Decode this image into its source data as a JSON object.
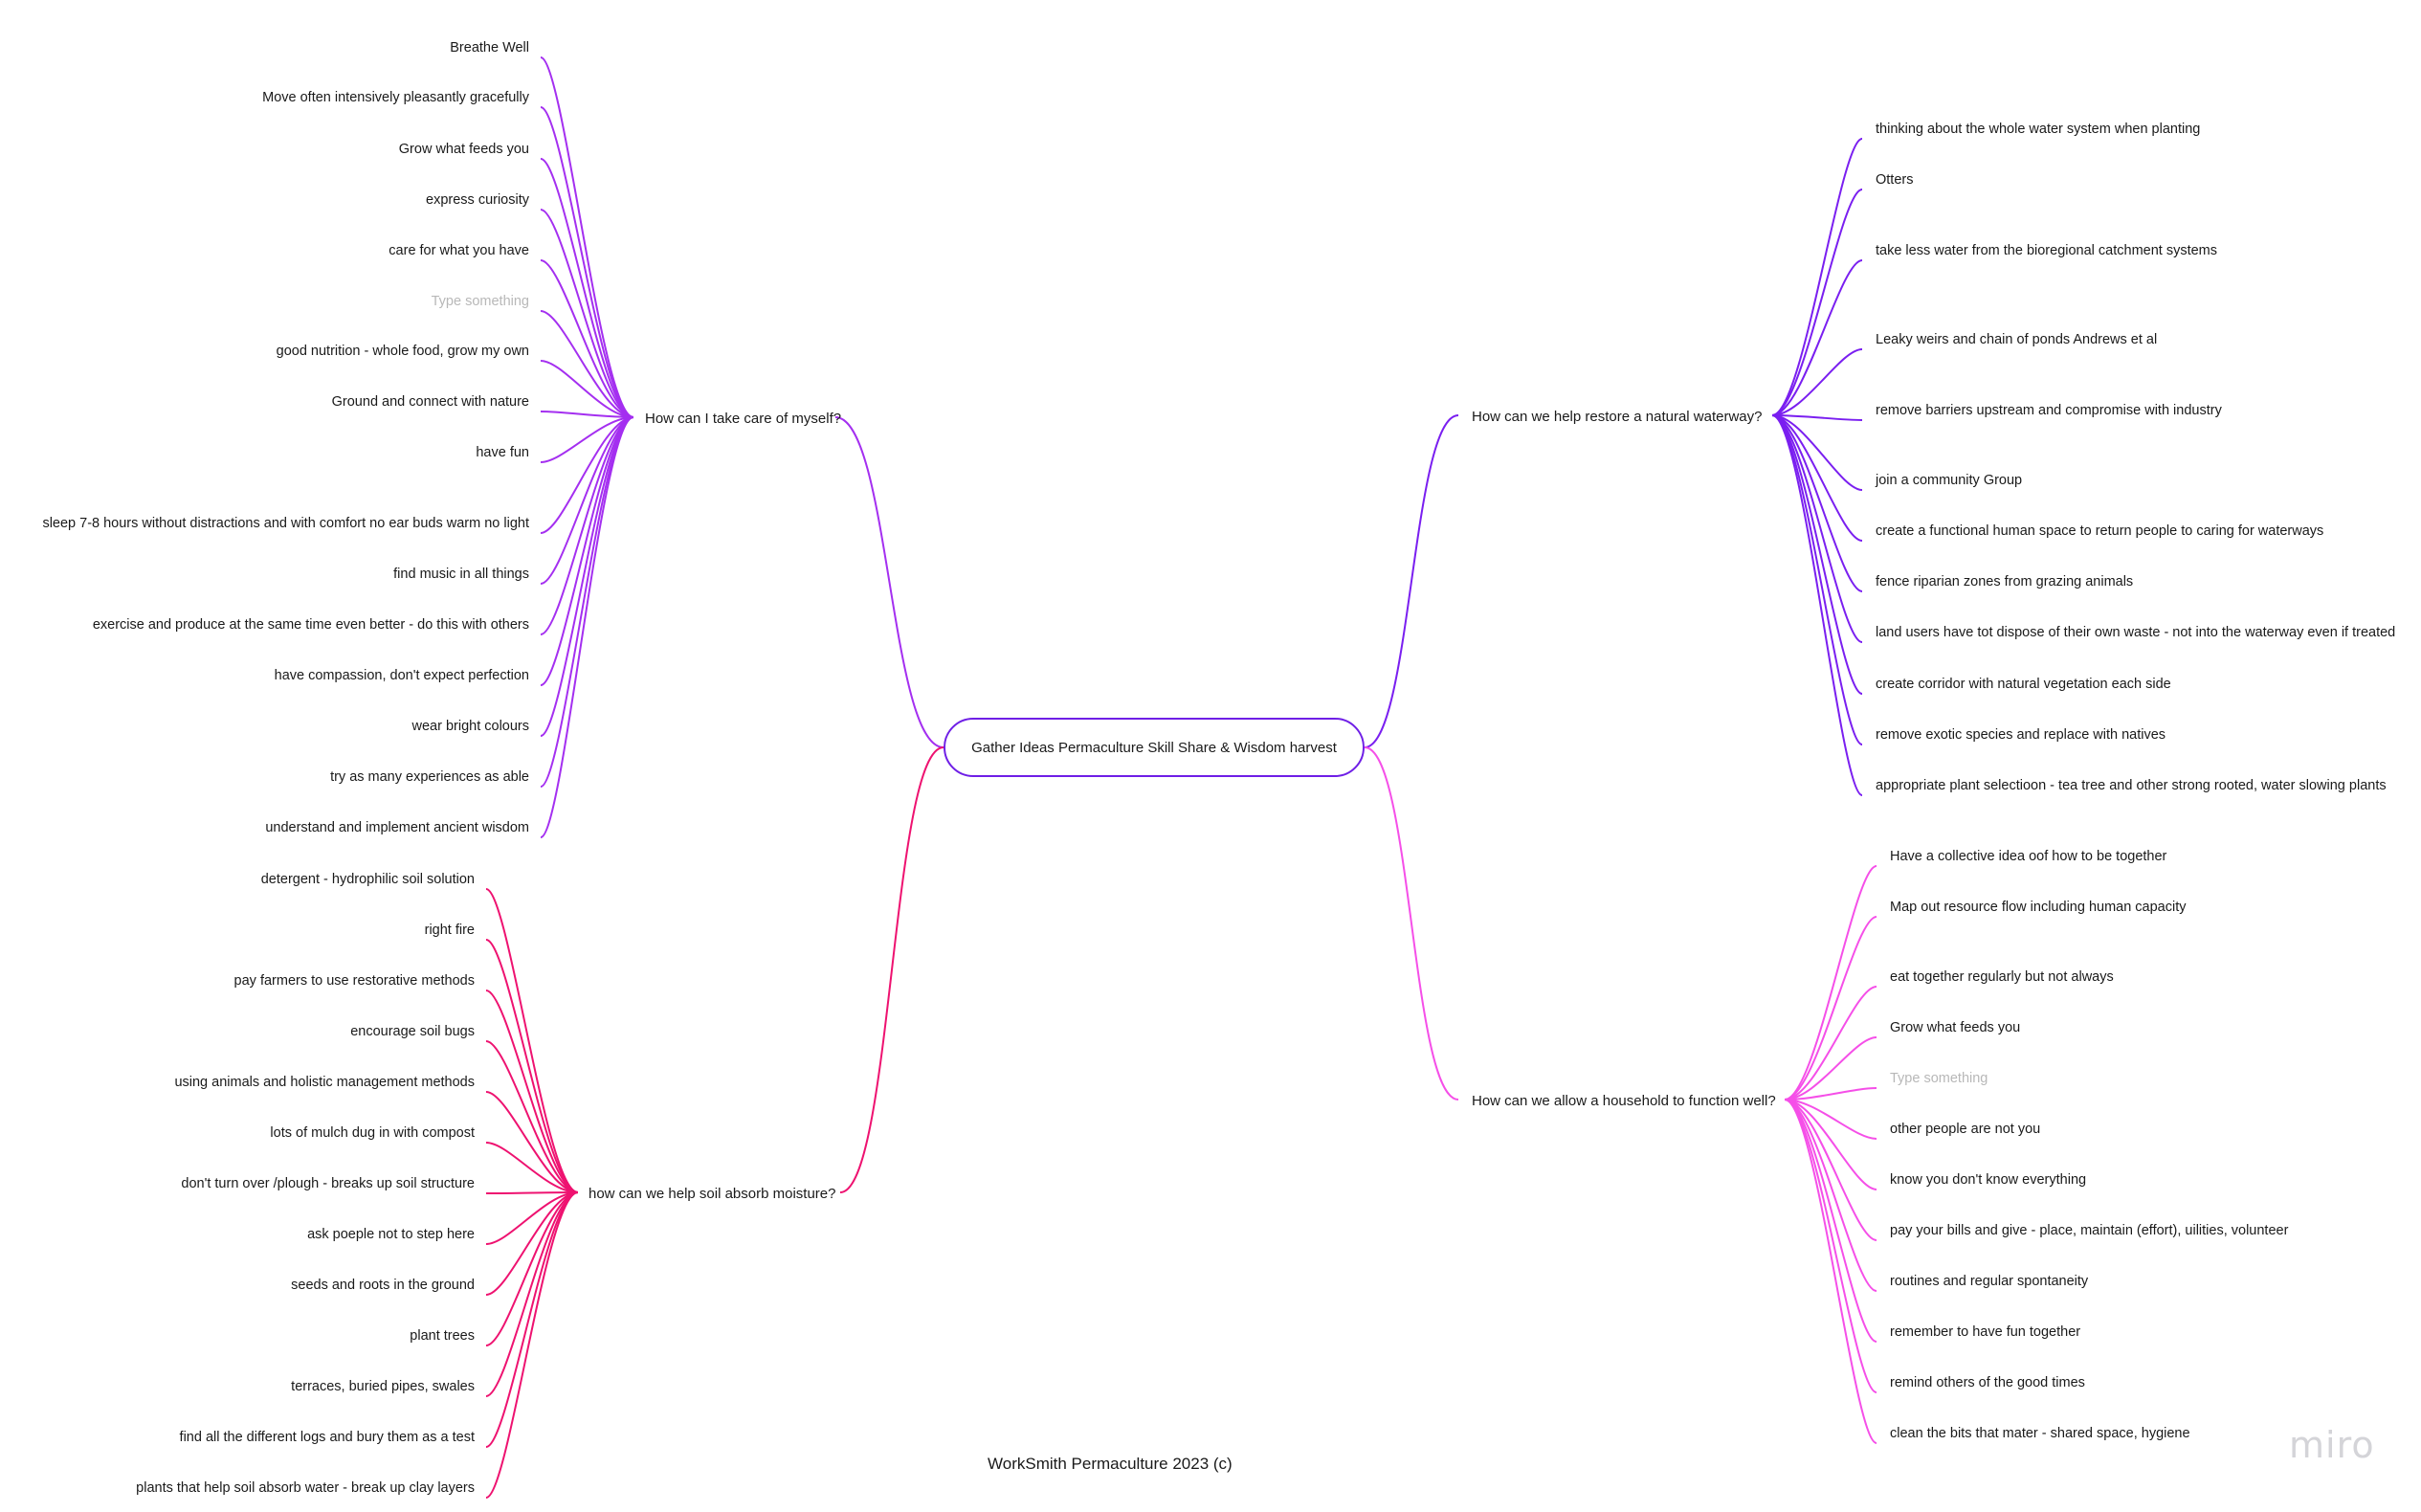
{
  "center": {
    "label": "Gather Ideas Permaculture Skill Share & Wisdom harvest"
  },
  "footer": "WorkSmith Permaculture 2023 (c)",
  "logo": "miro",
  "branches": [
    {
      "id": "self",
      "side": "left",
      "color": "#a42ff0",
      "label": "How can I take care of myself?",
      "items": [
        {
          "text": "Breathe Well"
        },
        {
          "text": "Move often intensively pleasantly gracefully"
        },
        {
          "text": "Grow what feeds you"
        },
        {
          "text": "express curiosity"
        },
        {
          "text": "care for what you have"
        },
        {
          "text": "Type something",
          "placeholder": true
        },
        {
          "text": "good nutrition - whole food, grow my own"
        },
        {
          "text": "Ground and connect with nature"
        },
        {
          "text": "have fun"
        },
        {
          "text": "sleep 7-8 hours without distractions and with comfort no ear buds warm no light"
        },
        {
          "text": "find music in all things"
        },
        {
          "text": "exercise and produce at the same time even better - do this with others"
        },
        {
          "text": "have compassion, don't expect perfection"
        },
        {
          "text": "wear bright colours"
        },
        {
          "text": "try as many experiences as able"
        },
        {
          "text": "understand and implement ancient wisdom"
        }
      ]
    },
    {
      "id": "soil",
      "side": "left",
      "color": "#ee1270",
      "label": "how can we help soil absorb moisture?",
      "items": [
        {
          "text": "detergent - hydrophilic soil solution"
        },
        {
          "text": "right fire"
        },
        {
          "text": "pay farmers to use restorative methods"
        },
        {
          "text": "encourage soil bugs"
        },
        {
          "text": "using animals and holistic management methods"
        },
        {
          "text": "lots of mulch dug in with compost"
        },
        {
          "text": "don't turn over /plough - breaks up soil structure"
        },
        {
          "text": "ask poeple not to step here"
        },
        {
          "text": "seeds and roots in the ground"
        },
        {
          "text": "plant trees"
        },
        {
          "text": "terraces, buried pipes, swales"
        },
        {
          "text": "find all the different logs and bury them as a test"
        },
        {
          "text": "plants that help soil absorb water - break up clay layers"
        }
      ]
    },
    {
      "id": "water",
      "side": "right",
      "color": "#7a1ff0",
      "label": "How can we help restore a natural waterway?",
      "items": [
        {
          "text": "thinking about the whole water system when planting"
        },
        {
          "text": "Otters"
        },
        {
          "text": "take less water from the bioregional catchment systems"
        },
        {
          "text": "Leaky weirs and chain of ponds Andrews et al"
        },
        {
          "text": "remove barriers upstream and compromise with industry"
        },
        {
          "text": "join a community Group"
        },
        {
          "text": "create a functional human space to return people to caring for waterways"
        },
        {
          "text": "fence riparian zones from grazing animals"
        },
        {
          "text": "land users have tot dispose of their own waste - not into the waterway even if treated"
        },
        {
          "text": "create corridor with natural vegetation each side"
        },
        {
          "text": "remove exotic species and replace with natives"
        },
        {
          "text": "appropriate plant selectioon - tea tree and other strong rooted, water slowing plants"
        }
      ]
    },
    {
      "id": "household",
      "side": "right",
      "color": "#f54fe8",
      "label": "How can we allow a household to function well?",
      "items": [
        {
          "text": "Have a collective idea oof how to be together"
        },
        {
          "text": "Map out resource flow including human capacity"
        },
        {
          "text": "eat together regularly but not always"
        },
        {
          "text": "Grow what feeds you"
        },
        {
          "text": "Type something",
          "placeholder": true
        },
        {
          "text": "other people are not you"
        },
        {
          "text": "know you don't know everything"
        },
        {
          "text": "pay your bills and give - place, maintain (effort), uilities, volunteer"
        },
        {
          "text": "routines and regular spontaneity"
        },
        {
          "text": "remember to have fun together"
        },
        {
          "text": "remind others of the good times"
        },
        {
          "text": "clean the bits that mater - shared space, hygiene"
        }
      ]
    }
  ]
}
